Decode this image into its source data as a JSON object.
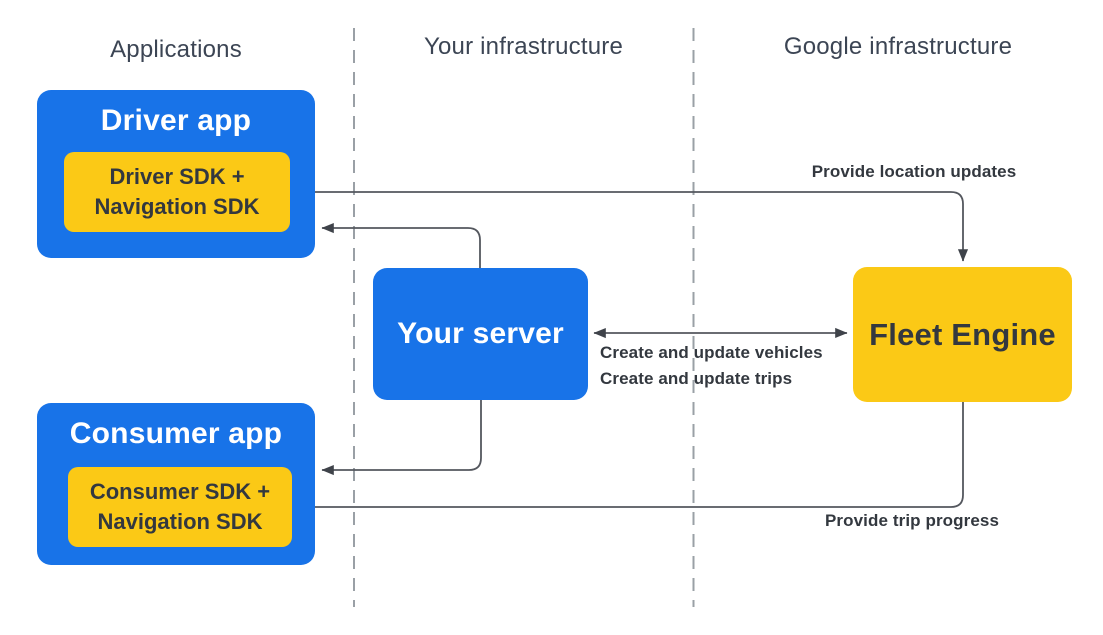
{
  "columns": [
    {
      "label": "Applications"
    },
    {
      "label": "Your infrastructure"
    },
    {
      "label": "Google infrastructure"
    }
  ],
  "nodes": {
    "driver_app": {
      "title": "Driver app",
      "sdk_line1": "Driver SDK +",
      "sdk_line2": "Navigation SDK"
    },
    "consumer_app": {
      "title": "Consumer app",
      "sdk_line1": "Consumer SDK +",
      "sdk_line2": "Navigation SDK"
    },
    "your_server": {
      "title": "Your server"
    },
    "fleet_engine": {
      "title": "Fleet Engine"
    }
  },
  "edges": {
    "location_updates": {
      "label": "Provide location updates"
    },
    "server_fleet": {
      "label_line1": "Create and update vehicles",
      "label_line2": "Create and update trips"
    },
    "trip_progress": {
      "label": "Provide trip progress"
    }
  },
  "colors": {
    "node_blue": "#1873E8",
    "node_yellow": "#FBC916",
    "node_title_on_blue": "#FFFFFF",
    "dark_text": "#33383F",
    "header_text": "#3C4554",
    "connector": "#54575E",
    "arrowhead": "#3F434A",
    "divider": "#9AA0A6",
    "background": "#FFFFFF"
  }
}
